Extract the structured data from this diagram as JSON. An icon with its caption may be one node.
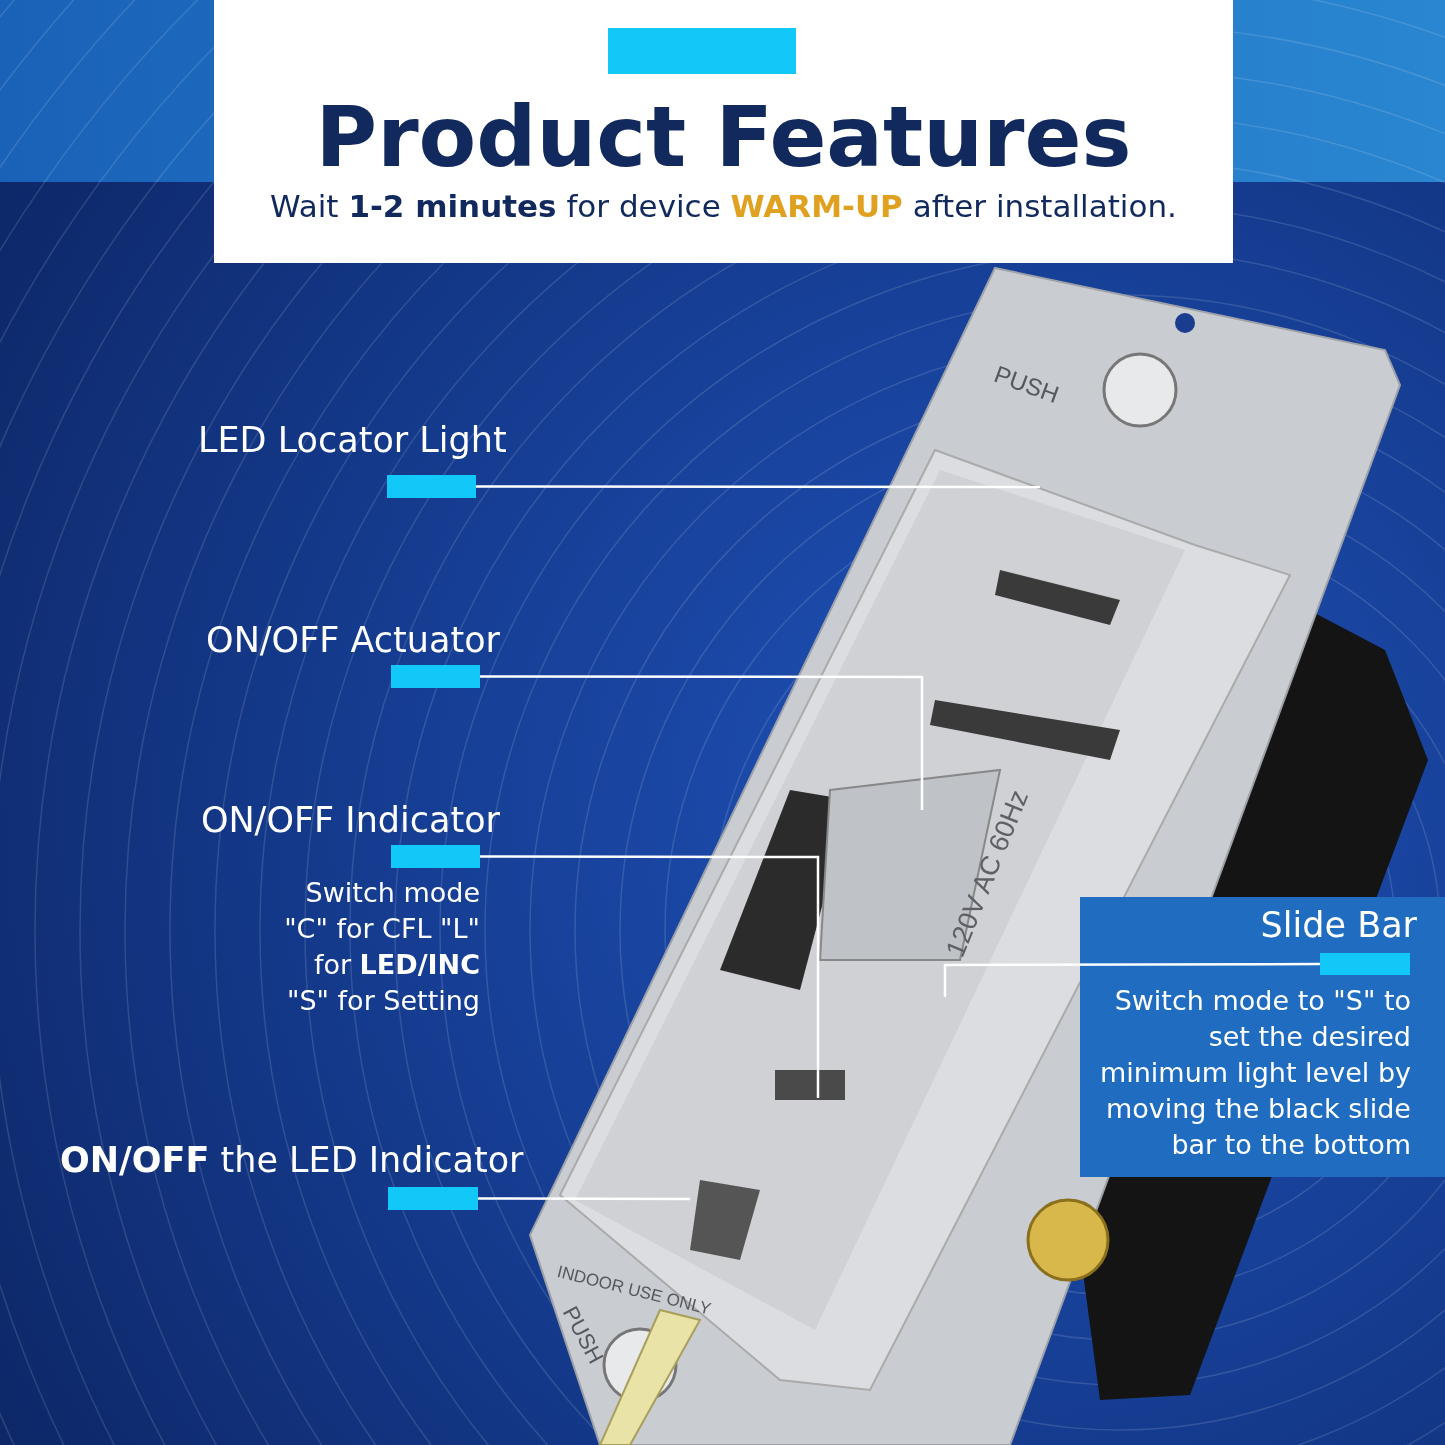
{
  "diagram": {
    "title": "Product Features",
    "nodes": [
      {
        "text": [
          "LED Locator Light"
        ]
      },
      {
        "text": [
          "ON/OFF Actuator"
        ]
      },
      {
        "text": [
          "ON/OFF Indicator",
          "Switch mode \"C\" for CFL \"L\" for **LED/INC** \"S\" for Setting"
        ]
      },
      {
        "text": [
          "**ON/OFF** the LED Indicator"
        ]
      },
      {
        "text": [
          "Slide Bar",
          "Switch mode to \"S\" to set the desired minimum light level by moving the black slide bar to the bottom"
        ]
      }
    ],
    "edges": [
      {
        "from": 0,
        "to": null,
        "arrow": "none"
      },
      {
        "from": 1,
        "to": null,
        "arrow": "none"
      },
      {
        "from": 2,
        "to": null,
        "arrow": "none"
      },
      {
        "from": 3,
        "to": null,
        "arrow": "none"
      },
      {
        "from": 4,
        "to": null,
        "arrow": "none"
      }
    ],
    "labels": [
      "Wait **1-2 minutes** for device **WARM-UP** after installation.",
      "PUSH",
      "120V AC 60Hz",
      "PUSH",
      "INDOOR USE ONLY"
    ]
  }
}
